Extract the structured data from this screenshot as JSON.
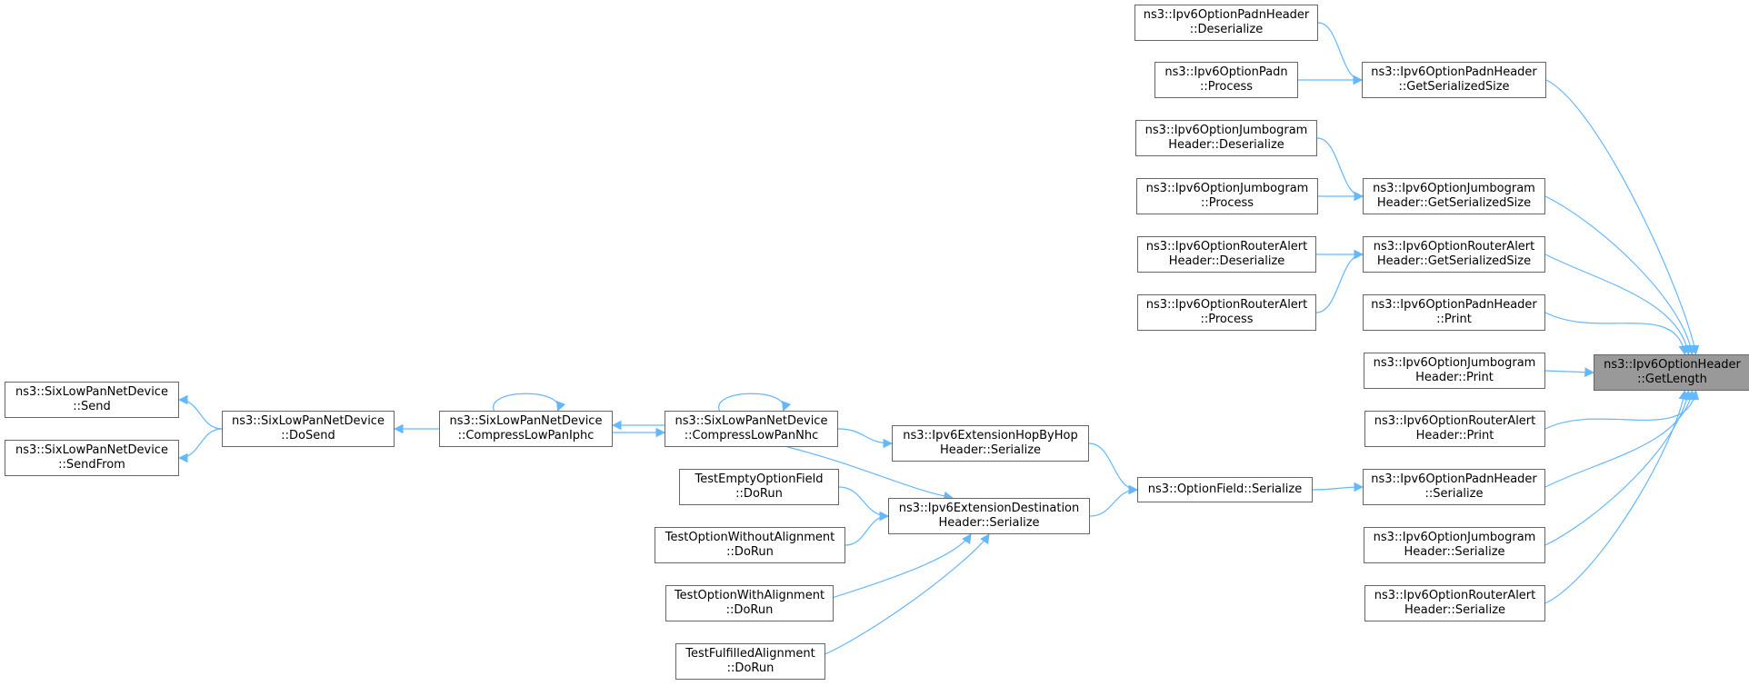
{
  "colors": {
    "edge": "#63b8ff",
    "node_border": "#666666",
    "root_fill": "#999999",
    "node_fill": "#ffffff"
  },
  "nodes": [
    {
      "id": "root",
      "lines": [
        "ns3::Ipv6OptionHeader",
        "::GetLength"
      ],
      "root": true
    },
    {
      "id": "padn_deser",
      "lines": [
        "ns3::Ipv6OptionPadnHeader",
        "::Deserialize"
      ]
    },
    {
      "id": "padn_proc",
      "lines": [
        "ns3::Ipv6OptionPadn",
        "::Process"
      ]
    },
    {
      "id": "padn_gss",
      "lines": [
        "ns3::Ipv6OptionPadnHeader",
        "::GetSerializedSize"
      ]
    },
    {
      "id": "jumbo_deser",
      "lines": [
        "ns3::Ipv6OptionJumbogram",
        "Header::Deserialize"
      ]
    },
    {
      "id": "jumbo_proc",
      "lines": [
        "ns3::Ipv6OptionJumbogram",
        "::Process"
      ]
    },
    {
      "id": "jumbo_gss",
      "lines": [
        "ns3::Ipv6OptionJumbogram",
        "Header::GetSerializedSize"
      ]
    },
    {
      "id": "ra_deser",
      "lines": [
        "ns3::Ipv6OptionRouterAlert",
        "Header::Deserialize"
      ]
    },
    {
      "id": "ra_proc",
      "lines": [
        "ns3::Ipv6OptionRouterAlert",
        "::Process"
      ]
    },
    {
      "id": "ra_gss",
      "lines": [
        "ns3::Ipv6OptionRouterAlert",
        "Header::GetSerializedSize"
      ]
    },
    {
      "id": "padn_print",
      "lines": [
        "ns3::Ipv6OptionPadnHeader",
        "::Print"
      ]
    },
    {
      "id": "jumbo_print",
      "lines": [
        "ns3::Ipv6OptionJumbogram",
        "Header::Print"
      ]
    },
    {
      "id": "ra_print",
      "lines": [
        "ns3::Ipv6OptionRouterAlert",
        "Header::Print"
      ]
    },
    {
      "id": "padn_ser",
      "lines": [
        "ns3::Ipv6OptionPadnHeader",
        "::Serialize"
      ]
    },
    {
      "id": "jumbo_ser",
      "lines": [
        "ns3::Ipv6OptionJumbogram",
        "Header::Serialize"
      ]
    },
    {
      "id": "ra_ser",
      "lines": [
        "ns3::Ipv6OptionRouterAlert",
        "Header::Serialize"
      ]
    },
    {
      "id": "optfield_ser",
      "lines": [
        "ns3::OptionField::Serialize"
      ]
    },
    {
      "id": "hbh_ser",
      "lines": [
        "ns3::Ipv6ExtensionHopByHop",
        "Header::Serialize"
      ]
    },
    {
      "id": "dest_ser",
      "lines": [
        "ns3::Ipv6ExtensionDestination",
        "Header::Serialize"
      ]
    },
    {
      "id": "nhc",
      "lines": [
        "ns3::SixLowPanNetDevice",
        "::CompressLowPanNhc"
      ]
    },
    {
      "id": "iphc",
      "lines": [
        "ns3::SixLowPanNetDevice",
        "::CompressLowPanIphc"
      ]
    },
    {
      "id": "dosend",
      "lines": [
        "ns3::SixLowPanNetDevice",
        "::DoSend"
      ]
    },
    {
      "id": "send",
      "lines": [
        "ns3::SixLowPanNetDevice",
        "::Send"
      ]
    },
    {
      "id": "sendfrom",
      "lines": [
        "ns3::SixLowPanNetDevice",
        "::SendFrom"
      ]
    },
    {
      "id": "t_empty",
      "lines": [
        "TestEmptyOptionField",
        "::DoRun"
      ]
    },
    {
      "id": "t_without",
      "lines": [
        "TestOptionWithoutAlignment",
        "::DoRun"
      ]
    },
    {
      "id": "t_with",
      "lines": [
        "TestOptionWithAlignment",
        "::DoRun"
      ]
    },
    {
      "id": "t_fulfilled",
      "lines": [
        "TestFulfilledAlignment",
        "::DoRun"
      ]
    }
  ],
  "edges": [
    [
      "padn_deser",
      "padn_gss"
    ],
    [
      "padn_proc",
      "padn_gss"
    ],
    [
      "jumbo_deser",
      "jumbo_gss"
    ],
    [
      "jumbo_proc",
      "jumbo_gss"
    ],
    [
      "ra_deser",
      "ra_gss"
    ],
    [
      "ra_proc",
      "ra_gss"
    ],
    [
      "padn_gss",
      "root"
    ],
    [
      "jumbo_gss",
      "root"
    ],
    [
      "ra_gss",
      "root"
    ],
    [
      "padn_print",
      "root"
    ],
    [
      "jumbo_print",
      "root"
    ],
    [
      "ra_print",
      "root"
    ],
    [
      "padn_ser",
      "root"
    ],
    [
      "jumbo_ser",
      "root"
    ],
    [
      "ra_ser",
      "root"
    ],
    [
      "optfield_ser",
      "padn_ser"
    ],
    [
      "hbh_ser",
      "optfield_ser"
    ],
    [
      "dest_ser",
      "optfield_ser"
    ],
    [
      "nhc",
      "hbh_ser"
    ],
    [
      "nhc",
      "dest_ser"
    ],
    [
      "t_empty",
      "dest_ser"
    ],
    [
      "t_without",
      "dest_ser"
    ],
    [
      "t_with",
      "dest_ser"
    ],
    [
      "t_fulfilled",
      "dest_ser"
    ],
    [
      "iphc",
      "nhc"
    ],
    [
      "nhc",
      "iphc"
    ],
    [
      "nhc",
      "nhc"
    ],
    [
      "iphc",
      "iphc"
    ],
    [
      "iphc",
      "dosend"
    ],
    [
      "dosend",
      "send"
    ],
    [
      "dosend",
      "sendfrom"
    ]
  ]
}
